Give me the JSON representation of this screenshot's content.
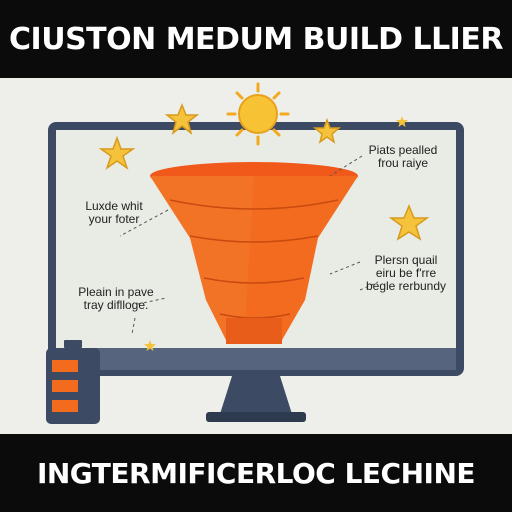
{
  "header": {
    "title": "CIUSTON MEDUM BUILD LLIER"
  },
  "footer": {
    "title": "INGTERMIFICERLOC LECHINE"
  },
  "callouts": {
    "top_right": [
      "Piats pealled",
      "frou raiye"
    ],
    "left_upper": [
      "Luxde whit",
      "your foter"
    ],
    "left_lower": [
      "Pleain in pave",
      "tray diflloge."
    ],
    "right_lower": [
      "Plersn quail",
      "eiru be f'rre",
      "begle rerbundy"
    ]
  },
  "icons": [
    "sun-icon",
    "star-icon",
    "funnel-icon",
    "monitor-icon",
    "battery-icon"
  ],
  "colors": {
    "funnel": "#f26b1f",
    "monitor_frame": "#3c4b63",
    "sun": "#f7c233",
    "star": "#f5c33b",
    "band": "#0b0b0b"
  }
}
